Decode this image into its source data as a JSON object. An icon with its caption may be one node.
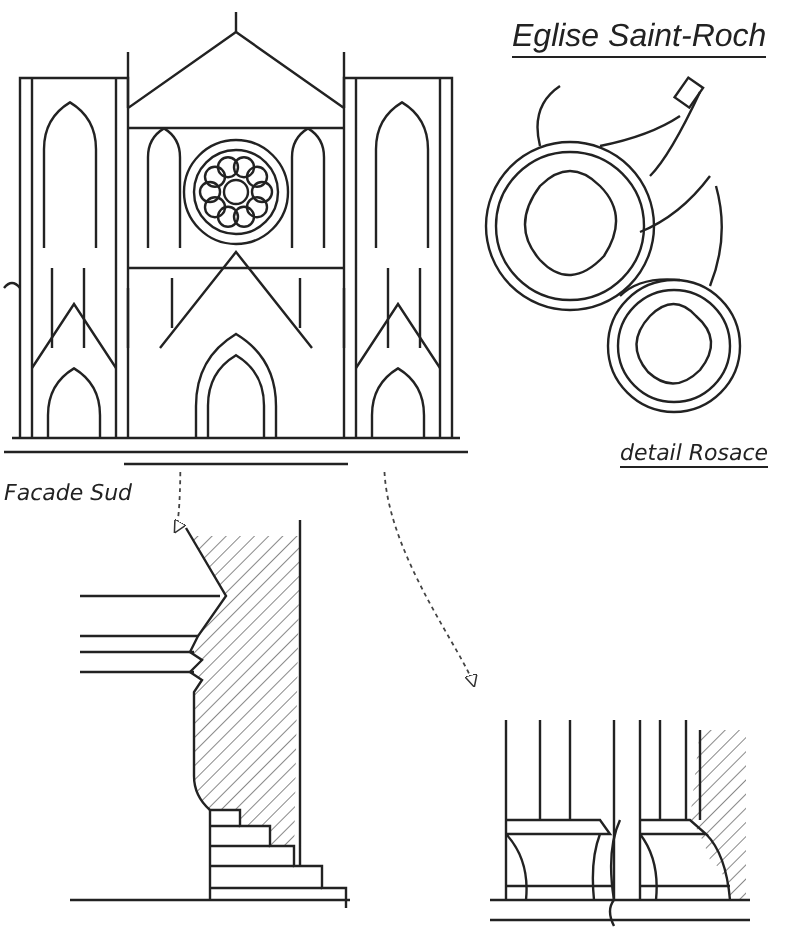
{
  "diagram": {
    "title": "Eglise Saint-Roch",
    "nodes": [
      {
        "text": [],
        "shape": "picture",
        "beside": [
          "Facade Sud"
        ]
      },
      {
        "text": [],
        "shape": "picture",
        "beside": [
          "detail Rosace"
        ]
      },
      {
        "text": [],
        "shape": "picture"
      },
      {
        "text": [],
        "shape": "picture"
      }
    ],
    "edges": [
      {
        "from": 0,
        "to": 2,
        "arrow": "to",
        "style": "dashed"
      },
      {
        "from": 0,
        "to": 3,
        "arrow": "to",
        "style": "dashed"
      }
    ]
  }
}
